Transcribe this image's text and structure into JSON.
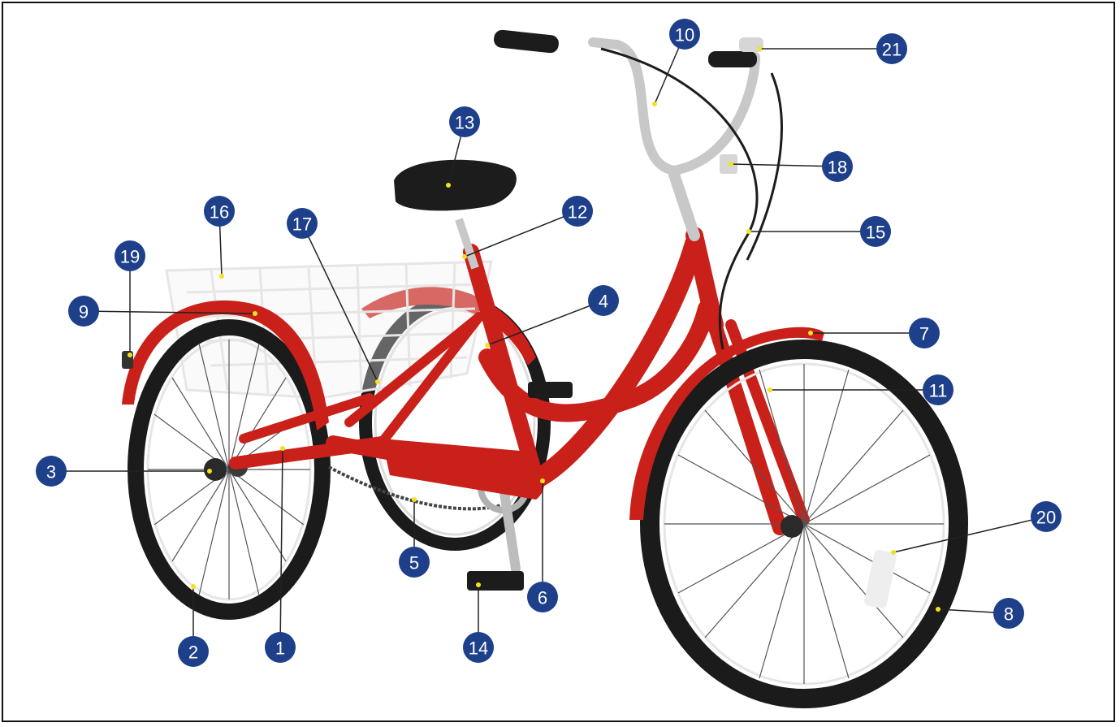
{
  "diagram": {
    "subject": "adult-tricycle-parts",
    "colors": {
      "frame": "#c9201a",
      "frame_dark": "#8e140f",
      "tire": "#1b1b1b",
      "marker": "#1e3f8a",
      "leader": "#222222",
      "dot": "#f4e21a",
      "chrome": "#c8c8c8"
    },
    "callouts": [
      {
        "id": "c1",
        "label": "1"
      },
      {
        "id": "c2",
        "label": "2"
      },
      {
        "id": "c3",
        "label": "3"
      },
      {
        "id": "c4",
        "label": "4"
      },
      {
        "id": "c5",
        "label": "5"
      },
      {
        "id": "c6",
        "label": "6"
      },
      {
        "id": "c7",
        "label": "7"
      },
      {
        "id": "c8",
        "label": "8"
      },
      {
        "id": "c9",
        "label": "9"
      },
      {
        "id": "c10",
        "label": "10"
      },
      {
        "id": "c11",
        "label": "11"
      },
      {
        "id": "c12",
        "label": "12"
      },
      {
        "id": "c13",
        "label": "13"
      },
      {
        "id": "c14",
        "label": "14"
      },
      {
        "id": "c15",
        "label": "15"
      },
      {
        "id": "c16",
        "label": "16"
      },
      {
        "id": "c17",
        "label": "17"
      },
      {
        "id": "c18",
        "label": "18"
      },
      {
        "id": "c19",
        "label": "19"
      },
      {
        "id": "c20",
        "label": "20"
      },
      {
        "id": "c21",
        "label": "21"
      }
    ]
  }
}
